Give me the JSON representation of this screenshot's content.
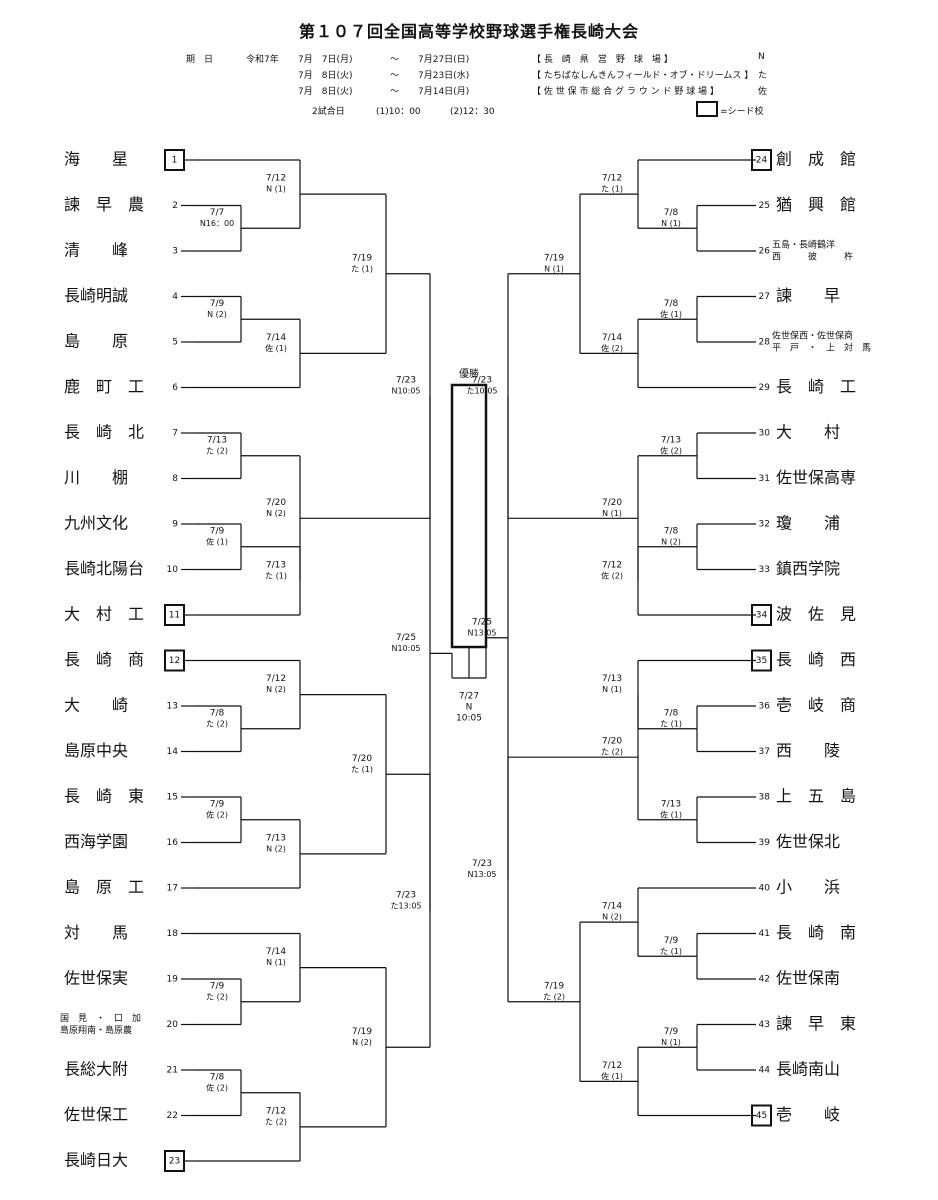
{
  "title": "第１０７回全国高等学校野球選手権長崎大会",
  "schedule": {
    "label": "期　日",
    "era": "令和7年",
    "rows": [
      {
        "from": "7月　7日(月)",
        "tilde": "～",
        "to": "7月27日(日)",
        "venue": "【 長　崎　県　営　野　球　場 】",
        "code": "N"
      },
      {
        "from": "7月　8日(火)",
        "tilde": "～",
        "to": "7月23日(水)",
        "venue": "【 たちばなしんきんフィールド・オブ・ドリームス 】",
        "code": "た"
      },
      {
        "from": "7月　8日(火)",
        "tilde": "～",
        "to": "7月14日(月)",
        "venue": "【 佐 世 保 市 総 合 グ ラ ウ ン ド 野 球 場 】",
        "code": "佐"
      }
    ],
    "two_games": "2試合日",
    "time1": "(1)10：00",
    "time2": "(2)12：30",
    "seed_legend": "=シード校"
  },
  "champion_label": "優勝",
  "teams": [
    {
      "no": "1",
      "name": "海　　星",
      "seed": true
    },
    {
      "no": "2",
      "name": "諫　早　農",
      "seed": false
    },
    {
      "no": "3",
      "name": "清　　峰",
      "seed": false
    },
    {
      "no": "4",
      "name": "長崎明誠",
      "seed": false
    },
    {
      "no": "5",
      "name": "島　　原",
      "seed": false
    },
    {
      "no": "6",
      "name": "鹿　町　工",
      "seed": false
    },
    {
      "no": "7",
      "name": "長　崎　北",
      "seed": false
    },
    {
      "no": "8",
      "name": "川　　棚",
      "seed": false
    },
    {
      "no": "9",
      "name": "九州文化",
      "seed": false
    },
    {
      "no": "10",
      "name": "長崎北陽台",
      "seed": false
    },
    {
      "no": "11",
      "name": "大　村　工",
      "seed": true
    },
    {
      "no": "12",
      "name": "長　崎　商",
      "seed": true
    },
    {
      "no": "13",
      "name": "大　　崎",
      "seed": false
    },
    {
      "no": "14",
      "name": "島原中央",
      "seed": false
    },
    {
      "no": "15",
      "name": "長　崎　東",
      "seed": false
    },
    {
      "no": "16",
      "name": "西海学園",
      "seed": false
    },
    {
      "no": "17",
      "name": "島　原　工",
      "seed": false
    },
    {
      "no": "18",
      "name": "対　　馬",
      "seed": false
    },
    {
      "no": "19",
      "name": "佐世保実",
      "seed": false
    },
    {
      "no": "20",
      "name": "",
      "seed": false,
      "line1": "国　見　・　口　加",
      "line2": "島原翔南・島原農"
    },
    {
      "no": "21",
      "name": "長総大附",
      "seed": false
    },
    {
      "no": "22",
      "name": "佐世保工",
      "seed": false
    },
    {
      "no": "23",
      "name": "長崎日大",
      "seed": true
    },
    {
      "no": "24",
      "name": "創　成　館",
      "seed": true
    },
    {
      "no": "25",
      "name": "猶　興　館",
      "seed": false
    },
    {
      "no": "26",
      "name": "",
      "seed": false,
      "line1": "五島・長崎鶴洋",
      "line2": "西　　　彼　　　杵"
    },
    {
      "no": "27",
      "name": "諫　　早",
      "seed": false
    },
    {
      "no": "28",
      "name": "",
      "seed": false,
      "line1": "佐世保西・佐世保商",
      "line2": "平　戸　・　上　対　馬"
    },
    {
      "no": "29",
      "name": "長　崎　工",
      "seed": false
    },
    {
      "no": "30",
      "name": "大　　村",
      "seed": false
    },
    {
      "no": "31",
      "name": "佐世保高専",
      "seed": false
    },
    {
      "no": "32",
      "name": "瓊　　浦",
      "seed": false
    },
    {
      "no": "33",
      "name": "鎮西学院",
      "seed": false
    },
    {
      "no": "34",
      "name": "波　佐　見",
      "seed": true
    },
    {
      "no": "35",
      "name": "長　崎　西",
      "seed": true
    },
    {
      "no": "36",
      "name": "壱　岐　商",
      "seed": false
    },
    {
      "no": "37",
      "name": "西　　陵",
      "seed": false
    },
    {
      "no": "38",
      "name": "上　五　島",
      "seed": false
    },
    {
      "no": "39",
      "name": "佐世保北",
      "seed": false
    },
    {
      "no": "40",
      "name": "小　　浜",
      "seed": false
    },
    {
      "no": "41",
      "name": "長　崎　南",
      "seed": false
    },
    {
      "no": "42",
      "name": "佐世保南",
      "seed": false
    },
    {
      "no": "43",
      "name": "諫　早　東",
      "seed": false
    },
    {
      "no": "44",
      "name": "長崎南山",
      "seed": false
    },
    {
      "no": "45",
      "name": "壱　　岐",
      "seed": true
    }
  ],
  "matches": [
    {
      "a": "2",
      "b": "3",
      "date": "7/7",
      "venue": "N16：00"
    },
    {
      "a": "4",
      "b": "5",
      "date": "7/9",
      "venue": "N (2)"
    },
    {
      "a": "9",
      "b": "10",
      "date": "7/9",
      "venue": "佐 (1)"
    },
    {
      "a": "13",
      "b": "14",
      "date": "7/8",
      "venue": "た (2)"
    },
    {
      "a": "15",
      "b": "16",
      "date": "7/9",
      "venue": "佐 (2)"
    },
    {
      "a": "19",
      "b": "20",
      "date": "7/9",
      "venue": "た (2)"
    },
    {
      "a": "21",
      "b": "22",
      "date": "7/8",
      "venue": "佐 (2)"
    },
    {
      "a": "1",
      "b": "2-3",
      "date": "7/12",
      "venue": "N (1)"
    },
    {
      "a": "4-5",
      "b": "6",
      "date": "7/14",
      "venue": "佐 (1)"
    },
    {
      "a": "7",
      "b": "8",
      "date": "7/13",
      "venue": "た (2)"
    },
    {
      "a": "9-10",
      "b": "11",
      "date": "7/13",
      "venue": "た (1)"
    },
    {
      "a": "12",
      "b": "13-14",
      "date": "7/12",
      "venue": "N (2)"
    },
    {
      "a": "15-16",
      "b": "17",
      "date": "7/13",
      "venue": "N (2)"
    },
    {
      "a": "18",
      "b": "19-20",
      "date": "7/14",
      "venue": "N (1)"
    },
    {
      "a": "21-22",
      "b": "23",
      "date": "7/12",
      "venue": "た (2)"
    },
    {
      "a": "1-3",
      "b": "4-6",
      "date": "7/19",
      "venue": "た (1)"
    },
    {
      "a": "7-8",
      "b": "9-11",
      "date": "7/20",
      "venue": "N (2)"
    },
    {
      "a": "12-14",
      "b": "15-17",
      "date": "7/20",
      "venue": "た (1)"
    },
    {
      "a": "18-20",
      "b": "21-23",
      "date": "7/19",
      "venue": "N (2)"
    },
    {
      "a": "1-6",
      "b": "7-11",
      "date": "7/23",
      "venue": "N10:05"
    },
    {
      "a": "12-17",
      "b": "18-23",
      "date": "7/23",
      "venue": "た13:05"
    },
    {
      "a": "1-11",
      "b": "12-23",
      "date": "7/25",
      "venue": "N10:05"
    },
    {
      "a": "25",
      "b": "26",
      "date": "7/8",
      "venue": "N (1)"
    },
    {
      "a": "27",
      "b": "28",
      "date": "7/8",
      "venue": "佐 (1)"
    },
    {
      "a": "32",
      "b": "33",
      "date": "7/8",
      "venue": "N (2)"
    },
    {
      "a": "36",
      "b": "37",
      "date": "7/8",
      "venue": "た (1)"
    },
    {
      "a": "41",
      "b": "42",
      "date": "7/9",
      "venue": "た (1)"
    },
    {
      "a": "43",
      "b": "44",
      "date": "7/9",
      "venue": "N (1)"
    },
    {
      "a": "24",
      "b": "25-26",
      "date": "7/12",
      "venue": "た (1)"
    },
    {
      "a": "27-28",
      "b": "29",
      "date": "7/14",
      "venue": "佐 (2)"
    },
    {
      "a": "30",
      "b": "31",
      "date": "7/13",
      "venue": "佐 (2)"
    },
    {
      "a": "32-33",
      "b": "34",
      "date": "7/12",
      "venue": "佐 (2)"
    },
    {
      "a": "35",
      "b": "36-37",
      "date": "7/13",
      "venue": "N (1)"
    },
    {
      "a": "38",
      "b": "39",
      "date": "7/13",
      "venue": "佐 (1)"
    },
    {
      "a": "40",
      "b": "41-42",
      "date": "7/14",
      "venue": "N (2)"
    },
    {
      "a": "43-44",
      "b": "45",
      "date": "7/12",
      "venue": "佐 (1)"
    },
    {
      "a": "24-26",
      "b": "27-29",
      "date": "7/19",
      "venue": "N (1)"
    },
    {
      "a": "30-31",
      "b": "32-34",
      "date": "7/20",
      "venue": "N (1)"
    },
    {
      "a": "35-37",
      "b": "38-39",
      "date": "7/20",
      "venue": "た (2)"
    },
    {
      "a": "40-42",
      "b": "43-45",
      "date": "7/19",
      "venue": "た (2)"
    },
    {
      "a": "24-29",
      "b": "30-34",
      "date": "7/23",
      "venue": "た10:05"
    },
    {
      "a": "35-39",
      "b": "40-45",
      "date": "7/23",
      "venue": "N13:05"
    },
    {
      "a": "24-34",
      "b": "35-45",
      "date": "7/25",
      "venue": "N13:05"
    }
  ],
  "final": {
    "date": "7/27",
    "venue": "N",
    "time": "10:05"
  }
}
